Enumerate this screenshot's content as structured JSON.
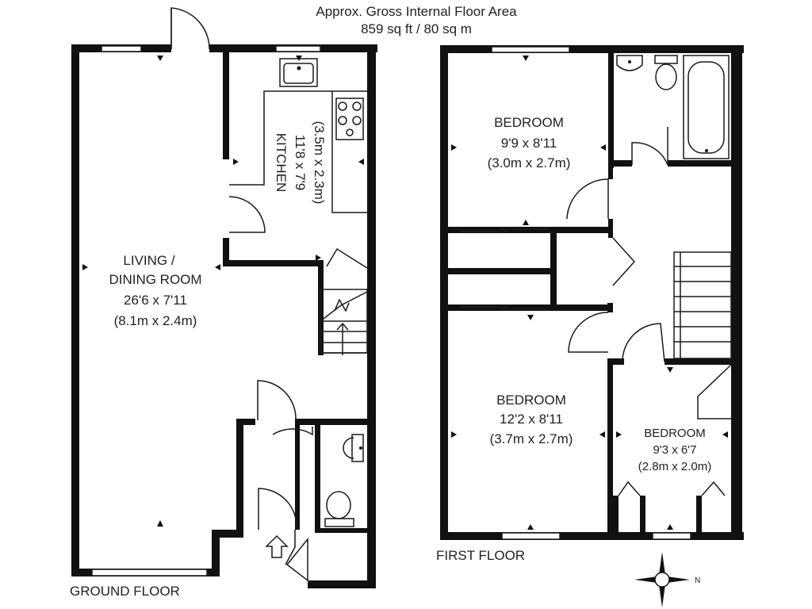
{
  "header": {
    "line1": "Approx. Gross Internal Floor Area",
    "line2": "859 sq ft / 80 sq m"
  },
  "ground_floor": {
    "label": "GROUND FLOOR",
    "living": {
      "name_line1": "LIVING /",
      "name_line2": "DINING ROOM",
      "imperial": "26'6 x 7'11",
      "metric": "(8.1m x 2.4m)"
    },
    "kitchen": {
      "name": "KITCHEN",
      "imperial": "11'8 x 7'9",
      "metric": "(3.5m x 2.3m)"
    }
  },
  "first_floor": {
    "label": "FIRST FLOOR",
    "bedroom1": {
      "name": "BEDROOM",
      "imperial": "9'9 x 8'11",
      "metric": "(3.0m x 2.7m)"
    },
    "bedroom2": {
      "name": "BEDROOM",
      "imperial": "12'2 x 8'11",
      "metric": "(3.7m x 2.7m)"
    },
    "bedroom3": {
      "name": "BEDROOM",
      "imperial": "9'3 x 6'7",
      "metric": "(2.8m x 2.0m)"
    }
  },
  "compass": {
    "north_label": "N",
    "icon": "compass-icon"
  }
}
